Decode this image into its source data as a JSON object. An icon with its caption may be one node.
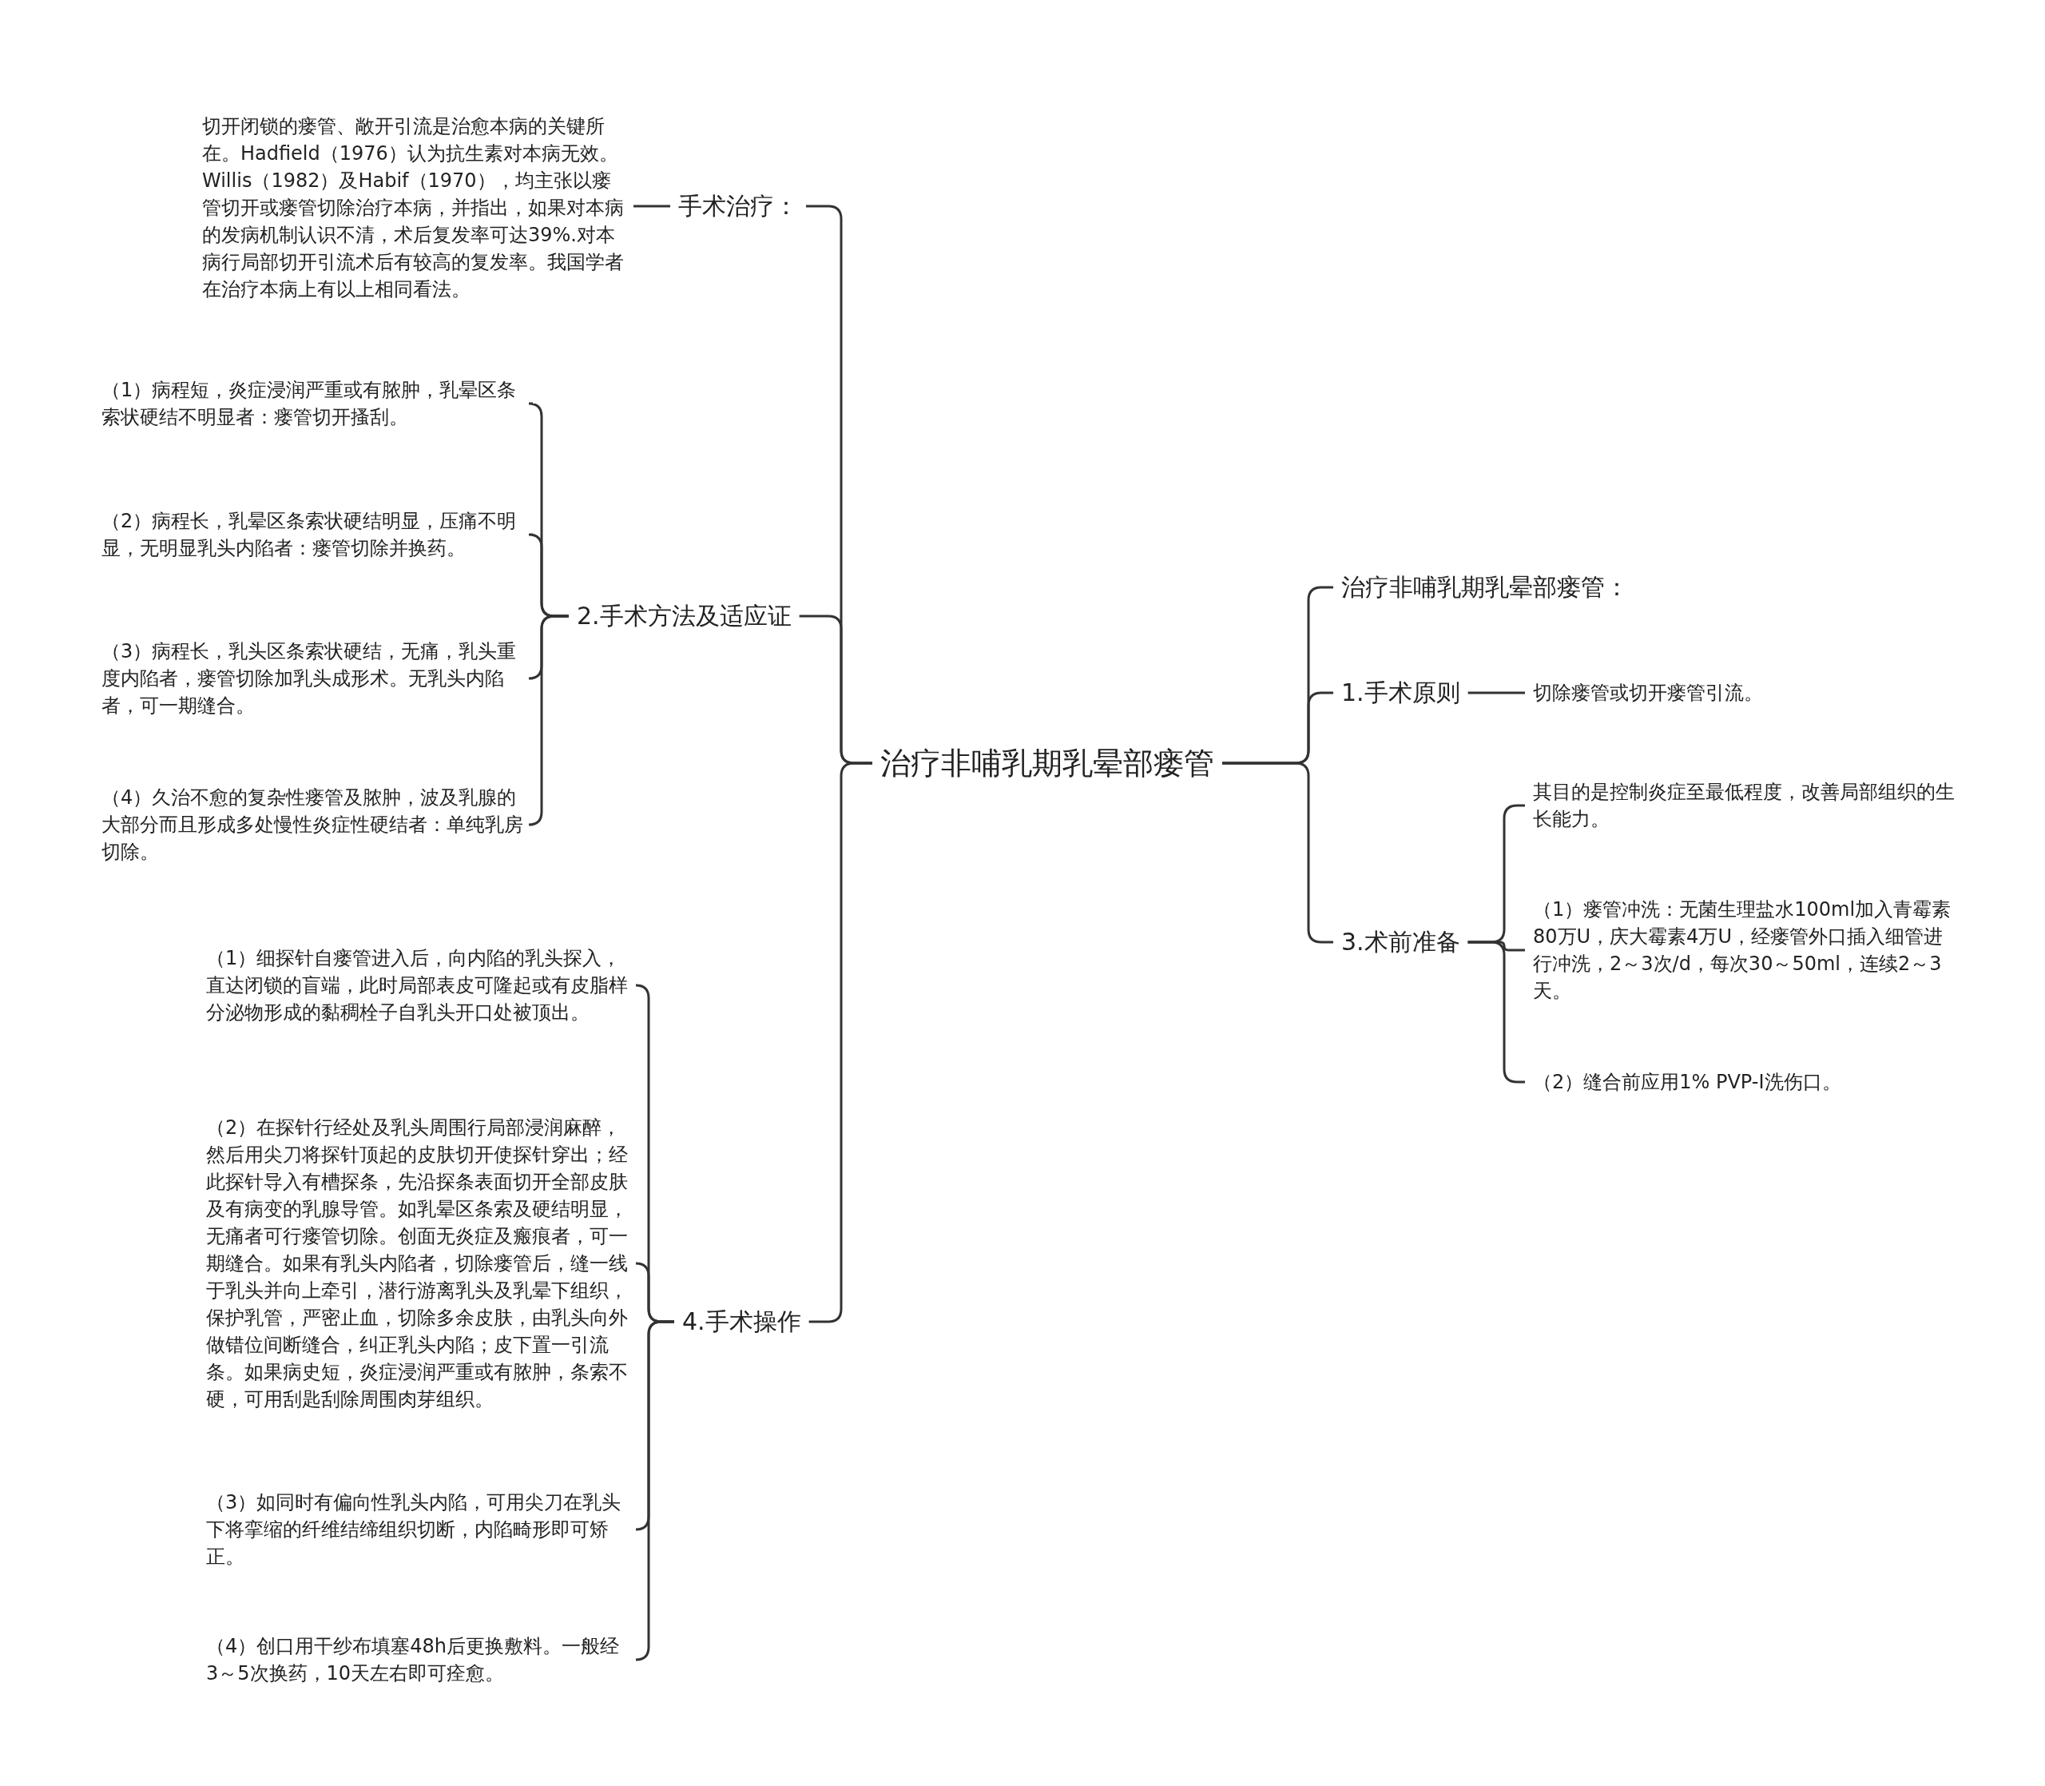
{
  "diagram": {
    "nodes": [
      {
        "text": [
          "治疗非哺乳期乳晕部瘘管"
        ]
      },
      {
        "text": [
          "手术治疗："
        ]
      },
      {
        "text": [
          "切开闭锁的瘘管、敞开引流是治愈本病的关键所在。Hadfield（1976）认为抗生素对本病无效。Willis（1982）及Habif（1970），均主张以瘘管切开或瘘管切除治疗本病，并指出，如果对本病的发病机制认识不清，术后复发率可达39%.对本病行局部切开引流术后有较高的复发率。我国学者在治疗本病上有以上相同看法。"
        ]
      },
      {
        "text": [
          "2.手术方法及适应证"
        ]
      },
      {
        "text": [
          "（1）病程短，炎症浸润严重或有脓肿，乳晕区条索状硬结不明显者：瘘管切开搔刮。"
        ]
      },
      {
        "text": [
          "（2）病程长，乳晕区条索状硬结明显，压痛不明显，无明显乳头内陷者：瘘管切除并换药。"
        ]
      },
      {
        "text": [
          "（3）病程长，乳头区条索状硬结，无痛，乳头重度内陷者，瘘管切除加乳头成形术。无乳头内陷者，可一期缝合。"
        ]
      },
      {
        "text": [
          "（4）久治不愈的复杂性瘘管及脓肿，波及乳腺的大部分而且形成多处慢性炎症性硬结者：单纯乳房切除。"
        ]
      },
      {
        "text": [
          "4.手术操作"
        ]
      },
      {
        "text": [
          "（1）细探针自瘘管进入后，向内陷的乳头探入，直达闭锁的盲端，此时局部表皮可隆起或有皮脂样分泌物形成的黏稠栓子自乳头开口处被顶出。"
        ]
      },
      {
        "text": [
          "（2）在探针行经处及乳头周围行局部浸润麻醉，然后用尖刀将探针顶起的皮肤切开使探针穿出；经此探针导入有槽探条，先沿探条表面切开全部皮肤及有病变的乳腺导管。如乳晕区条索及硬结明显，无痛者可行瘘管切除。创面无炎症及瘢痕者，可一期缝合。如果有乳头内陷者，切除瘘管后，缝一线于乳头并向上牵引，潜行游离乳头及乳晕下组织，保护乳管，严密止血，切除多余皮肤，由乳头向外做错位间断缝合，纠正乳头内陷；皮下置一引流条。如果病史短，炎症浸润严重或有脓肿，条索不硬，可用刮匙刮除周围肉芽组织。"
        ]
      },
      {
        "text": [
          "（3）如同时有偏向性乳头内陷，可用尖刀在乳头下将挛缩的纤维结缔组织切断，内陷畸形即可矫正。"
        ]
      },
      {
        "text": [
          "（4）创口用干纱布填塞48h后更换敷料。一般经3～5次换药，10天左右即可痊愈。"
        ]
      },
      {
        "text": [
          "治疗非哺乳期乳晕部瘘管："
        ]
      },
      {
        "text": [
          "1.手术原则"
        ]
      },
      {
        "text": [
          "切除瘘管或切开瘘管引流。"
        ]
      },
      {
        "text": [
          "3.术前准备"
        ]
      },
      {
        "text": [
          "其目的是控制炎症至最低程度，改善局部组织的生长能力。"
        ]
      },
      {
        "text": [
          "（1）瘘管冲洗：无菌生理盐水100ml加入青霉素80万U，庆大霉素4万U，经瘘管外口插入细管进行冲洗，2～3次/d，每次30～50ml，连续2～3天。"
        ]
      },
      {
        "text": [
          "（2）缝合前应用1% PVP-Ⅰ洗伤口。"
        ]
      }
    ],
    "edges": [
      {
        "from": 0,
        "to": 1,
        "arrow": "none"
      },
      {
        "from": 0,
        "to": 3,
        "arrow": "none"
      },
      {
        "from": 0,
        "to": 8,
        "arrow": "none"
      },
      {
        "from": 0,
        "to": 13,
        "arrow": "none"
      },
      {
        "from": 0,
        "to": 14,
        "arrow": "none"
      },
      {
        "from": 0,
        "to": 16,
        "arrow": "none"
      },
      {
        "from": 1,
        "to": 2,
        "arrow": "none"
      },
      {
        "from": 3,
        "to": 4,
        "arrow": "none"
      },
      {
        "from": 3,
        "to": 5,
        "arrow": "none"
      },
      {
        "from": 3,
        "to": 6,
        "arrow": "none"
      },
      {
        "from": 3,
        "to": 7,
        "arrow": "none"
      },
      {
        "from": 8,
        "to": 9,
        "arrow": "none"
      },
      {
        "from": 8,
        "to": 10,
        "arrow": "none"
      },
      {
        "from": 8,
        "to": 11,
        "arrow": "none"
      },
      {
        "from": 8,
        "to": 12,
        "arrow": "none"
      },
      {
        "from": 14,
        "to": 15,
        "arrow": "none"
      },
      {
        "from": 16,
        "to": 17,
        "arrow": "none"
      },
      {
        "from": 16,
        "to": 18,
        "arrow": "none"
      },
      {
        "from": 16,
        "to": 19,
        "arrow": "none"
      }
    ]
  }
}
